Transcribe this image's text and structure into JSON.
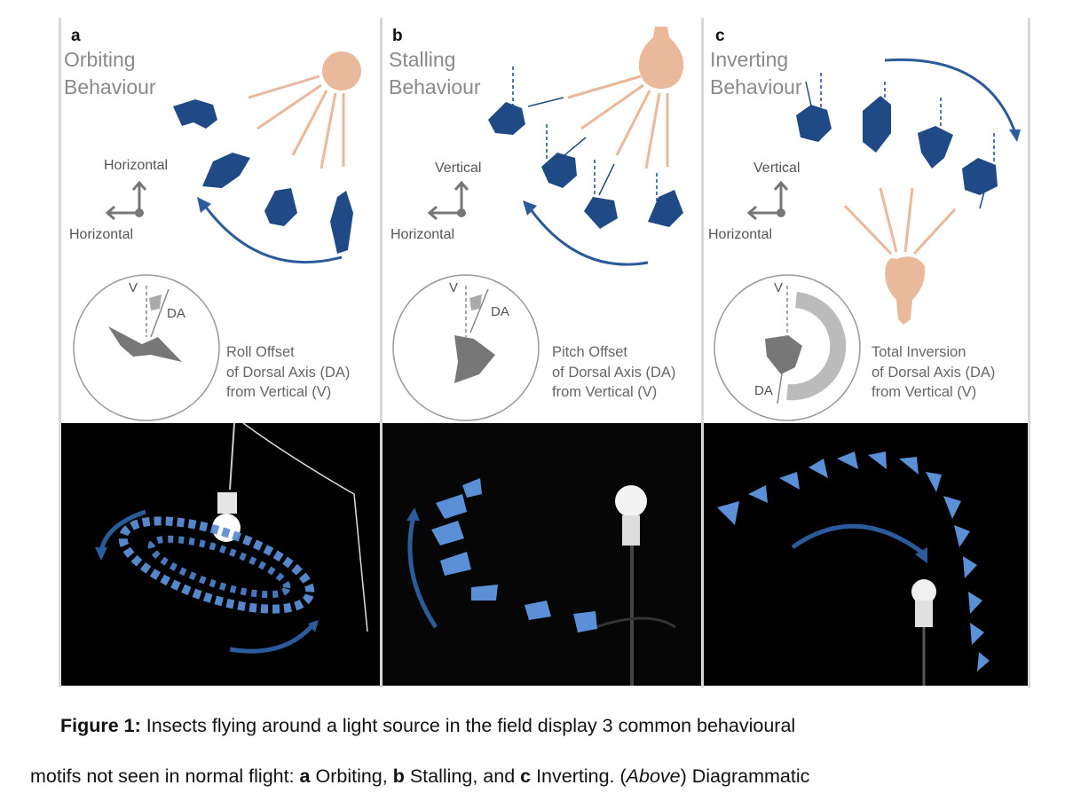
{
  "panels": [
    {
      "id": "a",
      "label": "a",
      "title_line1": "Orbiting",
      "title_line2": "Behaviour",
      "axis_up": "Horizontal",
      "axis_left": "Horizontal",
      "inset_v": "V",
      "inset_da": "DA",
      "offset_line1": "Roll Offset",
      "offset_line2": "of Dorsal Axis (DA)",
      "offset_line3": "from Vertical (V)"
    },
    {
      "id": "b",
      "label": "b",
      "title_line1": "Stalling",
      "title_line2": "Behaviour",
      "axis_up": "Vertical",
      "axis_left": "Horizontal",
      "inset_v": "V",
      "inset_da": "DA",
      "offset_line1": "Pitch Offset",
      "offset_line2": "of Dorsal Axis (DA)",
      "offset_line3": "from Vertical (V)"
    },
    {
      "id": "c",
      "label": "c",
      "title_line1": "Inverting",
      "title_line2": "Behaviour",
      "axis_up": "Vertical",
      "axis_left": "Horizontal",
      "inset_v": "V",
      "inset_da": "DA",
      "offset_line1": "Total Inversion",
      "offset_line2": "of Dorsal Axis (DA)",
      "offset_line3": "from Vertical (V)"
    }
  ],
  "caption": {
    "line1_bold": "Figure 1:",
    "line1_rest": " Insects flying around a light source in the field display 3 common behavioural",
    "line2_a": "motifs not seen in normal flight: ",
    "line2_b_bold": "a",
    "line2_c": " Orbiting, ",
    "line2_d_bold": "b",
    "line2_e": " Stalling, and ",
    "line2_f_bold": "c",
    "line2_g": " Inverting. (",
    "line2_h_italic": "Above",
    "line2_i": ") Diagrammatic"
  },
  "colors": {
    "insect": "#1f4a86",
    "light": "#eab89a",
    "photo_insect": "#5b8fd6",
    "arrow": "#2b5b9a",
    "divider": "#d8d8d8"
  }
}
